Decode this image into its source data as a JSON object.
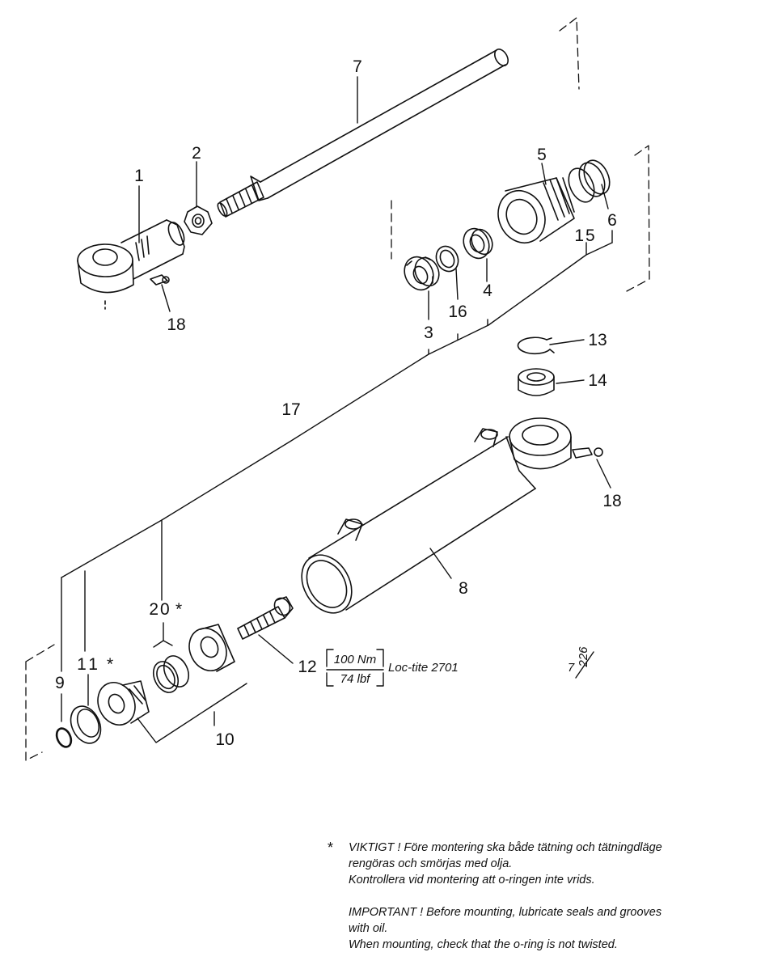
{
  "parts": {
    "p1": "1",
    "p2": "2",
    "p3": "3",
    "p4": "4",
    "p5": "5",
    "p6": "6",
    "p7": "7",
    "p8": "8",
    "p9": "9",
    "p10": "10",
    "p11": "11",
    "p11_star": "*",
    "p12": "12",
    "p13": "13",
    "p14": "14",
    "p15": "15",
    "p16": "16",
    "p17": "17",
    "p18a": "18",
    "p18b": "18",
    "p20": "20",
    "p20_star": "*"
  },
  "torque": {
    "nm": "100 Nm",
    "lbf": "74 lbf",
    "adhesive": "Loc-tite 2701"
  },
  "figure_ref": {
    "top": "7",
    "bottom": "226"
  },
  "notes": {
    "star": "*",
    "sv_line1": "VIKTIGT !  Före montering ska både tätning och tätningdläge",
    "sv_line2": "rengöras och smörjas med olja.",
    "sv_line3": "Kontrollera vid montering att o-ringen inte vrids.",
    "en_line1": "IMPORTANT !  Before mounting, lubricate seals and grooves",
    "en_line2": "with oil.",
    "en_line3": "When mounting, check that the o-ring is not twisted."
  }
}
